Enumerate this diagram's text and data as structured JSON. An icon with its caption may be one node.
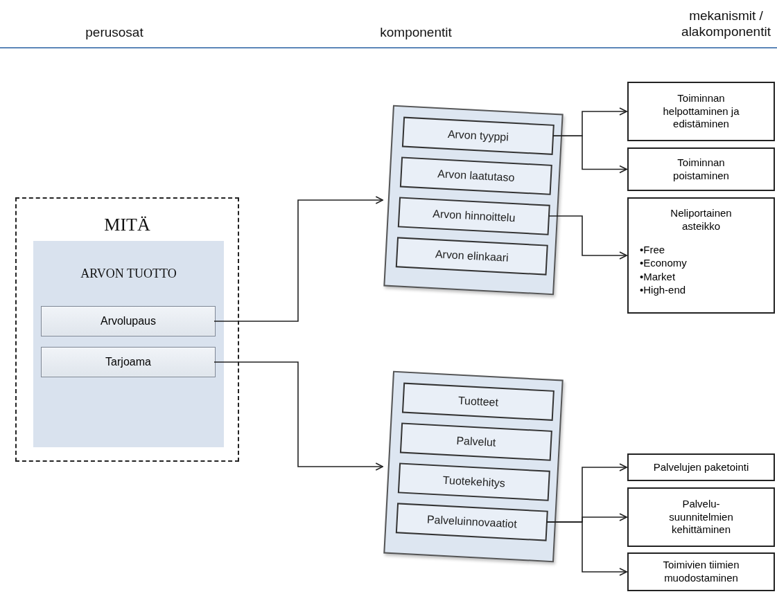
{
  "diagram": {
    "nodes": [
      {
        "text": [
          "MITÄ"
        ]
      },
      {
        "text": [
          "ARVON TUOTTO"
        ],
        "in": 0
      },
      {
        "text": [
          "Arvolupaus"
        ],
        "in": 1
      },
      {
        "text": [
          "Tarjoama"
        ],
        "in": 1
      },
      {
        "text": [],
        "shape": "box"
      },
      {
        "text": [
          "Arvon tyyppi"
        ],
        "in": 4
      },
      {
        "text": [
          "Arvon laatutaso"
        ],
        "in": 4
      },
      {
        "text": [
          "Arvon hinnoittelu"
        ],
        "in": 4
      },
      {
        "text": [
          "Arvon elinkaari"
        ],
        "in": 4
      },
      {
        "text": [
          "Toiminnan helpottaminen ja edistäminen"
        ]
      },
      {
        "text": [
          "Toiminnan poistaminen"
        ]
      },
      {
        "text": [
          "Neliportainen asteikko",
          "•Free",
          "•Economy",
          "•Market",
          "•High-end"
        ]
      },
      {
        "text": [],
        "shape": "box"
      },
      {
        "text": [
          "Tuotteet"
        ],
        "in": 12
      },
      {
        "text": [
          "Palvelut"
        ],
        "in": 12
      },
      {
        "text": [
          "Tuotekehitys"
        ],
        "in": 12
      },
      {
        "text": [
          "Palveluinnovaatiot"
        ],
        "in": 12
      },
      {
        "text": [
          "Palvelujen paketointi"
        ]
      },
      {
        "text": [
          "Palvelu- suunnitelmien kehittäminen"
        ]
      },
      {
        "text": [
          "Toimivien tiimien muodostaminen"
        ]
      }
    ],
    "edges": [
      {
        "from": 2,
        "to": 4,
        "arrow": "to"
      },
      {
        "from": 3,
        "to": 12,
        "arrow": "to"
      },
      {
        "from": 5,
        "to": 9,
        "arrow": "to"
      },
      {
        "from": 5,
        "to": 10,
        "arrow": "to"
      },
      {
        "from": 7,
        "to": 11,
        "arrow": "to"
      },
      {
        "from": 16,
        "to": 17,
        "arrow": "to"
      },
      {
        "from": 16,
        "to": 18,
        "arrow": "to"
      },
      {
        "from": 16,
        "to": 19,
        "arrow": "to"
      }
    ],
    "labels": [
      "perusosat",
      "komponentit",
      "mekanismit / alakomponentit"
    ]
  }
}
